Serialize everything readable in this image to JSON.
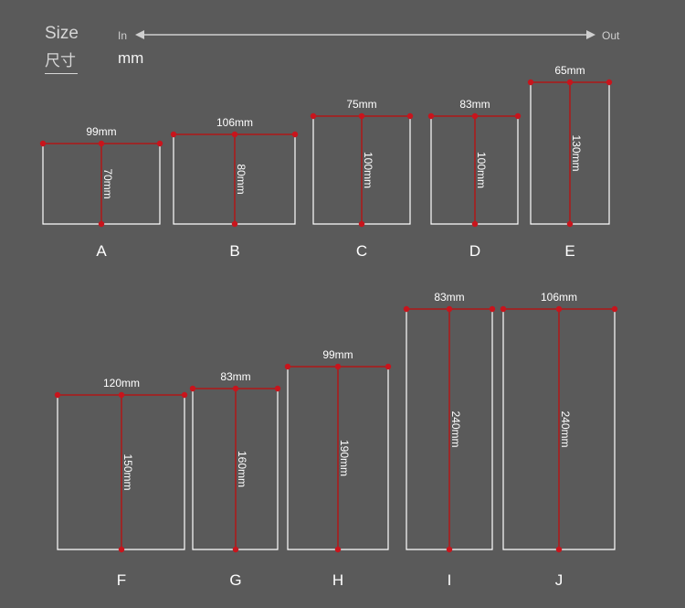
{
  "header": {
    "size_en": "Size",
    "size_cn": "尺寸",
    "unit": "mm",
    "arrow_in": "In",
    "arrow_out": "Out"
  },
  "colors": {
    "background": "#5a5a5a",
    "box_outline": "#ffffff",
    "dimension_line": "#b01818",
    "dimension_dot": "#c8141c",
    "label_text": "#ffffff"
  },
  "sizes": [
    {
      "letter": "A",
      "width": "99mm",
      "height": "70mm"
    },
    {
      "letter": "B",
      "width": "106mm",
      "height": "80mm"
    },
    {
      "letter": "C",
      "width": "75mm",
      "height": "100mm"
    },
    {
      "letter": "D",
      "width": "83mm",
      "height": "100mm"
    },
    {
      "letter": "E",
      "width": "65mm",
      "height": "130mm"
    },
    {
      "letter": "F",
      "width": "120mm",
      "height": "150mm"
    },
    {
      "letter": "G",
      "width": "83mm",
      "height": "160mm"
    },
    {
      "letter": "H",
      "width": "99mm",
      "height": "190mm"
    },
    {
      "letter": "I",
      "width": "83mm",
      "height": "240mm"
    },
    {
      "letter": "J",
      "width": "106mm",
      "height": "240mm"
    }
  ]
}
